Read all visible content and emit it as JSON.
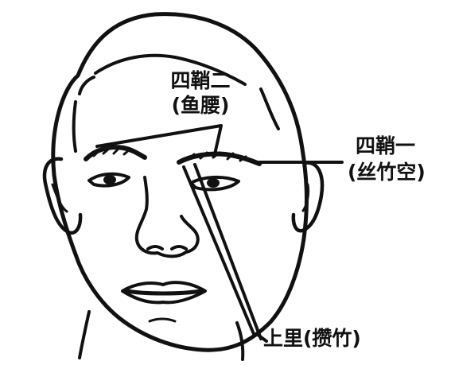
{
  "labels": {
    "sihe_er": {
      "line1": "四鞘二",
      "line2": "(鱼腰)"
    },
    "sihe_yi": {
      "line1": "四鞘一",
      "line2": "(丝竹空)"
    },
    "shangli": {
      "text": "上里(攒竹)"
    }
  },
  "colors": {
    "ink": "#111111",
    "background": "#ffffff"
  }
}
